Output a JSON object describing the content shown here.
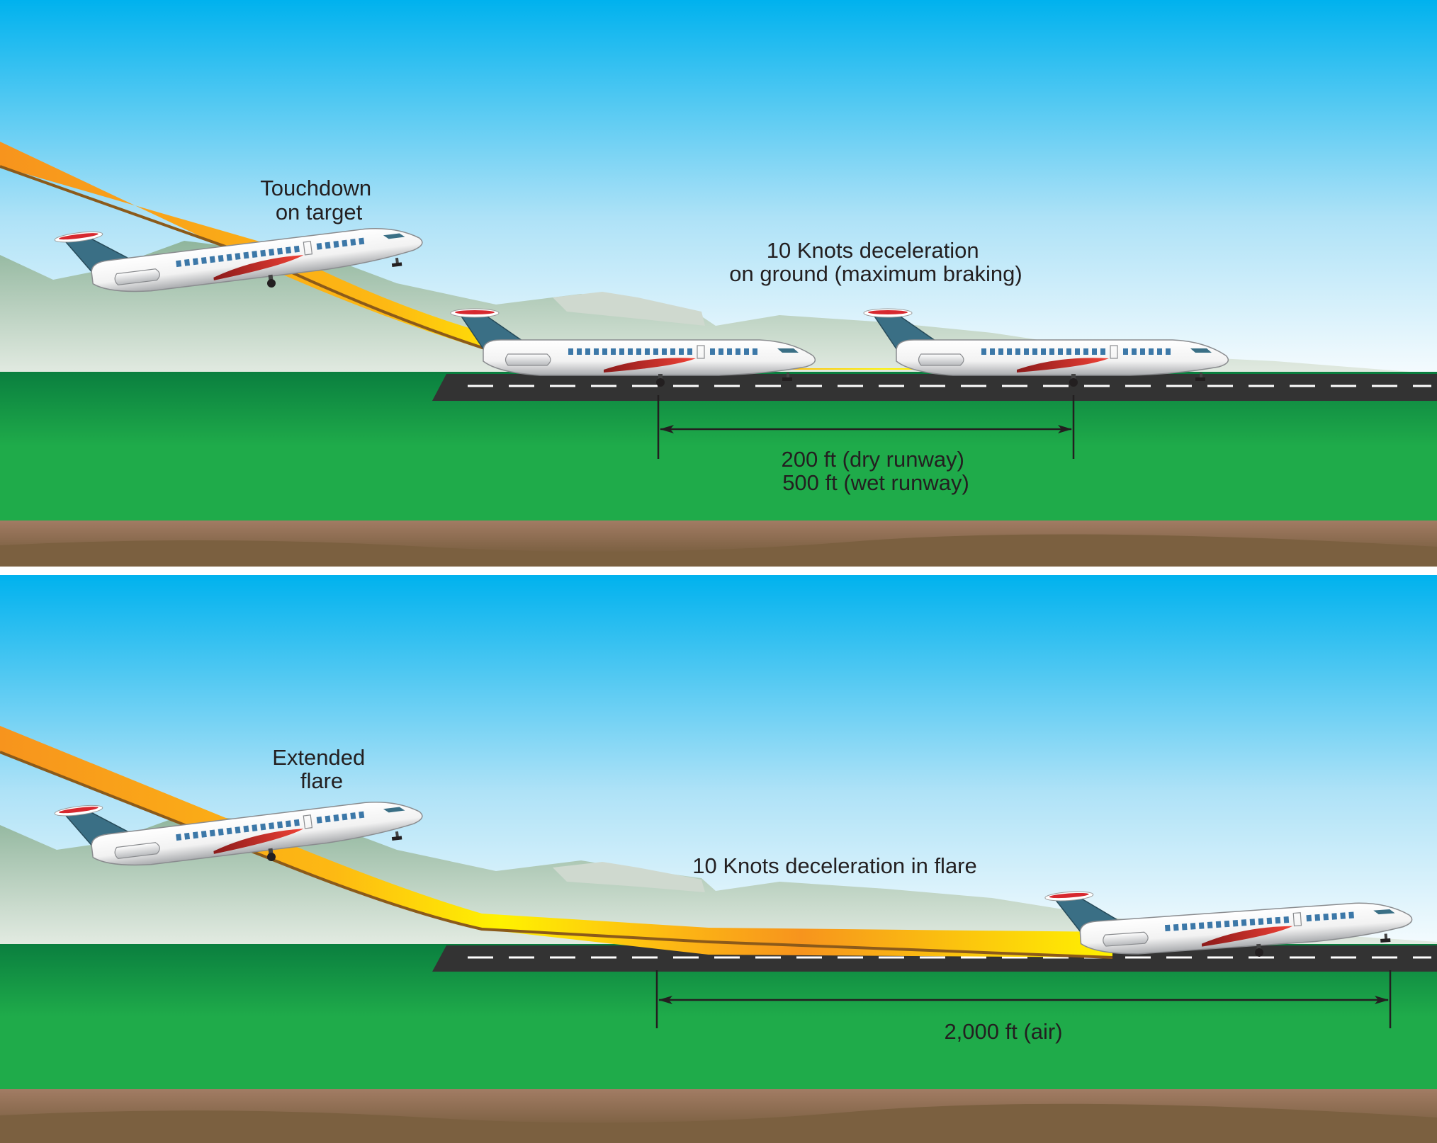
{
  "panels": [
    {
      "id": "top",
      "touchdown_label": [
        "Touchdown",
        "on target"
      ],
      "decel_label": [
        "10 Knots deceleration",
        "on ground (maximum braking)"
      ],
      "distance_label": [
        "200 ft (dry runway)",
        "500 ft (wet runway)"
      ]
    },
    {
      "id": "bottom",
      "flare_label": [
        "Extended",
        "flare"
      ],
      "decel_label": "10 Knots deceleration in flare",
      "distance_label": "2,000 ft (air)"
    }
  ],
  "colors": {
    "sky_top": "#00b2ee",
    "sky_bottom": "#ffffff",
    "hills": "#9fbfa8",
    "grass": "#1fab4a",
    "grass_dark": "#0a7f3f",
    "soil": "#a27c64",
    "soil_dark": "#6b5433",
    "runway": "#333333",
    "path_orange": "#f7941d",
    "path_yellow": "#fff200",
    "tail": "#3a6f85",
    "accent_red": "#d7282f"
  },
  "icons": [
    "airplane-icon",
    "dimension-arrow-icon"
  ]
}
